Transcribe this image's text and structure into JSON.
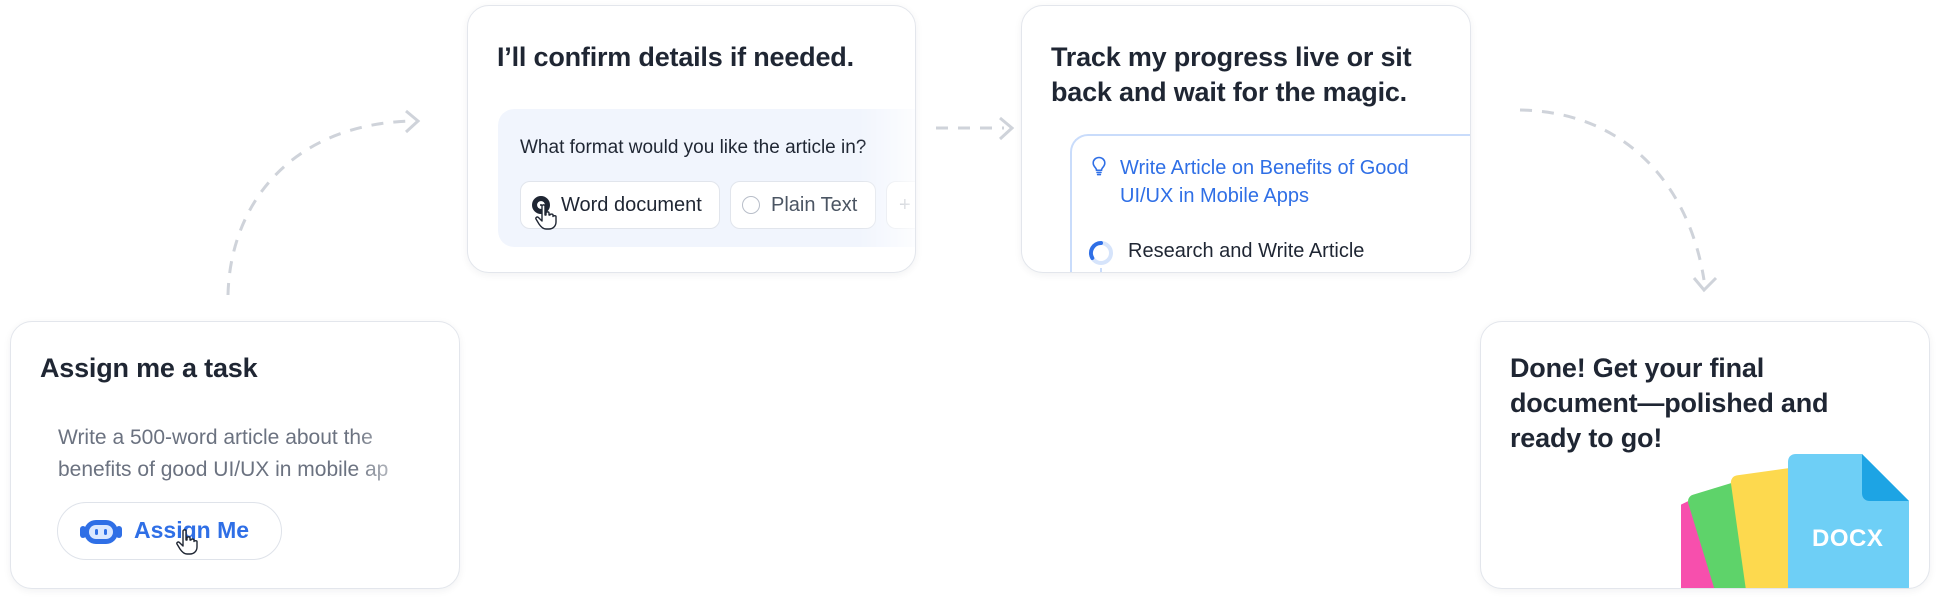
{
  "steps": [
    {
      "title": "Assign me a task",
      "task_lines": [
        "Write a 500-word article about the",
        "benefits of good UI/UX in mobile ap"
      ],
      "button_label": "Assign Me"
    },
    {
      "title": "I’ll confirm details if needed.",
      "question": "What format would you like the article in?",
      "options": [
        {
          "label": "Word document",
          "selected": true
        },
        {
          "label": "Plain Text",
          "selected": false
        },
        {
          "label": "+",
          "selected": false
        }
      ]
    },
    {
      "title": "Track my progress live or sit back and wait for the magic.",
      "task_title": "Write Article on Benefits of Good UI/UX in Mobile Apps",
      "current_step": "Research and Write Article"
    },
    {
      "title": "Done! Get your final document—polished and ready to go!",
      "doc_label": "DOCX"
    }
  ],
  "colors": {
    "accent": "#2f6fe6",
    "card_border": "#e3e6ec",
    "question_bg": "#f1f5fd",
    "doc_blue": "#6ecff6",
    "doc_yellow": "#fdd94e",
    "doc_green": "#5ed36a",
    "doc_pink": "#f74fad"
  },
  "icons": {
    "assign_button": "robot-icon",
    "pointer": "hand-cursor-icon",
    "task": "lightbulb-icon",
    "progress": "spinner-icon",
    "document": "file-icon"
  }
}
